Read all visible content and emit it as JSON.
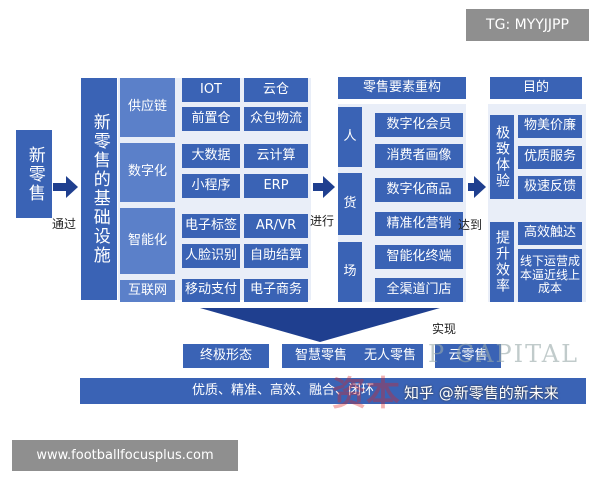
{
  "tags": {
    "top_right": "TG: MYYJJPP",
    "bottom_left": "www.footballfocusplus.com"
  },
  "left": {
    "new_retail": "新零售",
    "via": "通过",
    "infra": "新零售的基础设施"
  },
  "categories": [
    {
      "label": "供应链",
      "items": [
        "IOT",
        "云仓",
        "前置仓",
        "众包物流"
      ]
    },
    {
      "label": "数字化",
      "items": [
        "大数据",
        "云计算",
        "小程序",
        "ERP"
      ]
    },
    {
      "label": "智能化",
      "items": [
        "电子标签",
        "AR/VR",
        "人脸识别",
        "自助结算"
      ]
    },
    {
      "label": "互联网",
      "items": [
        "移动支付",
        "电子商务"
      ]
    }
  ],
  "proceed": "进行",
  "restructure": {
    "header": "零售要素重构",
    "groups": [
      {
        "label": "人",
        "items": [
          "数字化会员",
          "消费者画像"
        ]
      },
      {
        "label": "货",
        "items": [
          "数字化商品",
          "精准化营销"
        ]
      },
      {
        "label": "场",
        "items": [
          "智能化终端",
          "全渠道门店"
        ]
      }
    ]
  },
  "reach": "达到",
  "goal": {
    "header": "目的",
    "groups": [
      {
        "label": "极致体验",
        "items": [
          "物美价廉",
          "优质服务",
          "极速反馈"
        ]
      },
      {
        "label": "提升效率",
        "items": [
          "高效触达",
          "线下运营成本逼近线上成本"
        ]
      }
    ]
  },
  "realize": "实现",
  "final": {
    "label": "终极形态",
    "items": [
      "智慧零售",
      "无人零售",
      "云零售"
    ]
  },
  "bottom_bar": "优质、精准、高效、融合、闭环",
  "watermark": {
    "zhihu": "知乎 @新零售的新未来",
    "capital": "P  CAPITAL",
    "seal": "资本"
  }
}
